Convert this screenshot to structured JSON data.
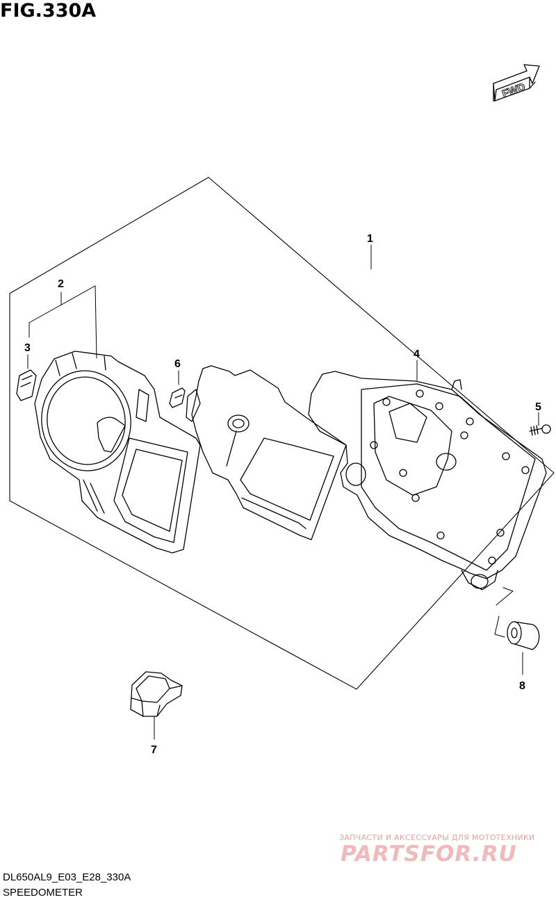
{
  "figure": {
    "title": "FIG.330A",
    "direction_label": "FWD",
    "model_code": "DL650AL9_E03_E28_330A",
    "section_name": "SPEEDOMETER"
  },
  "callouts": [
    {
      "number": "1",
      "part": "speedometer-assembly"
    },
    {
      "number": "2",
      "part": "front-case"
    },
    {
      "number": "3",
      "part": "indicator-lens"
    },
    {
      "number": "4",
      "part": "rear-case"
    },
    {
      "number": "5",
      "part": "screw"
    },
    {
      "number": "6",
      "part": "light-guide"
    },
    {
      "number": "7",
      "part": "connector"
    },
    {
      "number": "8",
      "part": "rubber-grommet"
    }
  ],
  "watermark": {
    "caption": "ЗАПЧАСТИ И АКСЕССУАРЫ ДЛЯ МОТОТЕХНИКИ",
    "logo": "PARTSFOR.RU"
  },
  "colors": {
    "ink": "#000000",
    "background": "#ffffff",
    "watermark_text": "#e6a3a3",
    "watermark_logo": "#f1b9b9"
  }
}
